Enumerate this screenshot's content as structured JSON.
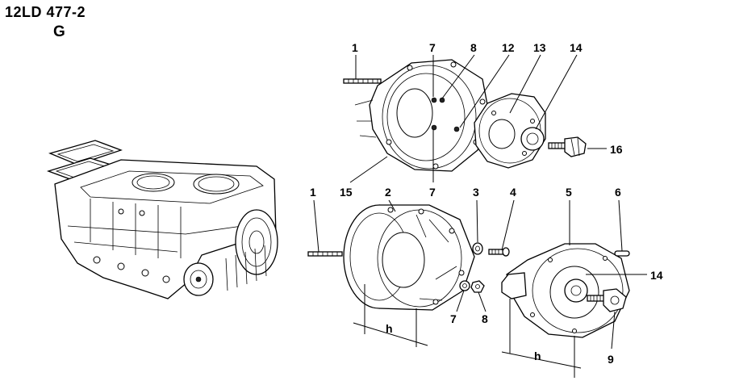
{
  "header": {
    "model": "12LD 477-2",
    "section": "G"
  },
  "callouts": {
    "c1_top": "1",
    "c7_top": "7",
    "c8_top": "8",
    "c12": "12",
    "c13": "13",
    "c14_top": "14",
    "c16": "16",
    "c15": "15",
    "c7_mid": "7",
    "c1_mid": "1",
    "c2": "2",
    "c3": "3",
    "c4": "4",
    "c5": "5",
    "c6": "6",
    "c14_bot": "14",
    "c7_bot": "7",
    "c8_bot": "8",
    "c9": "9"
  },
  "dimensions": {
    "h_left": "h",
    "h_right": "h"
  },
  "colors": {
    "ink": "#000000",
    "paper": "#ffffff"
  }
}
